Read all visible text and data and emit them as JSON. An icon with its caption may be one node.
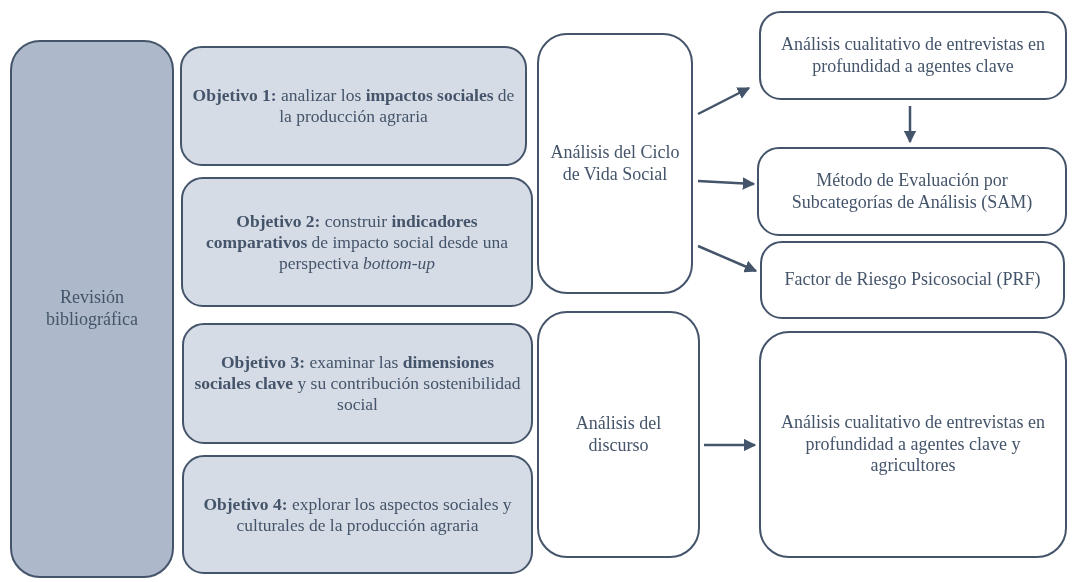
{
  "diagram": {
    "nodes": [
      {
        "text": [
          "Revisión bibliográfica"
        ]
      },
      {
        "text": [
          "**Objetivo 1:** analizar los **impactos sociales** de la producción agraria"
        ]
      },
      {
        "text": [
          "**Objetivo 2:** construir **indicadores comparativos** de impacto social desde una perspectiva *bottom-up*"
        ]
      },
      {
        "text": [
          "**Objetivo 3:** examinar las **dimensiones sociales clave** y su contribución sostenibilidad social"
        ]
      },
      {
        "text": [
          "**Objetivo 4:** explorar los aspectos sociales y culturales de la producción agraria"
        ]
      },
      {
        "text": [
          "Análisis del Ciclo de Vida Social"
        ]
      },
      {
        "text": [
          "Análisis del discurso"
        ]
      },
      {
        "text": [
          "Análisis cualitativo de entrevistas en profundidad a agentes clave"
        ]
      },
      {
        "text": [
          "Método de Evaluación por Subcategorías de Análisis (SAM)"
        ]
      },
      {
        "text": [
          "Factor de Riesgo Psicosocial (PRF)"
        ]
      },
      {
        "text": [
          "Análisis cualitativo de entrevistas en profundidad a agentes clave y agricultores"
        ]
      }
    ],
    "edges": [
      {
        "from": 5,
        "to": 7,
        "arrow": "to"
      },
      {
        "from": 7,
        "to": 8,
        "arrow": "to"
      },
      {
        "from": 5,
        "to": 8,
        "arrow": "to"
      },
      {
        "from": 5,
        "to": 9,
        "arrow": "to"
      },
      {
        "from": 6,
        "to": 10,
        "arrow": "to"
      }
    ]
  }
}
